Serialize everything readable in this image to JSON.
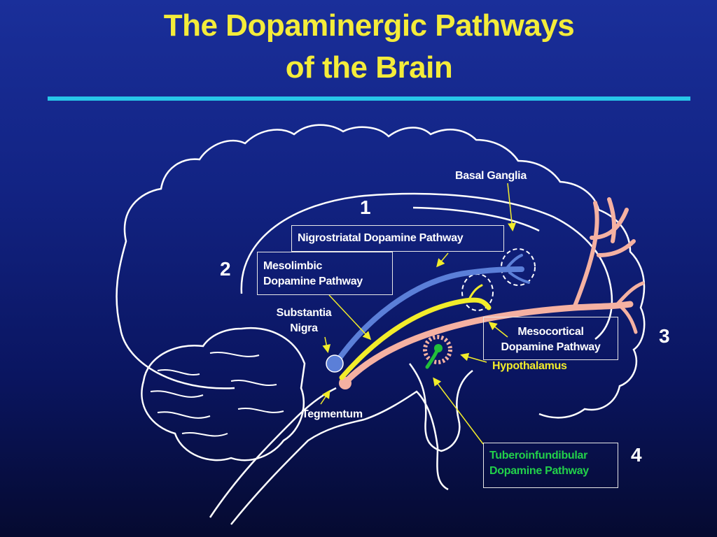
{
  "title": {
    "line1": "The Dopaminergic Pathways",
    "line2": "of the Brain"
  },
  "labels": {
    "basal_ganglia": "Basal Ganglia",
    "nigrostriatal": "Nigrostriatal Dopamine Pathway",
    "mesolimbic_line1": "Mesolimbic",
    "mesolimbic_line2": "Dopamine Pathway",
    "substantia_line1": "Substantia",
    "substantia_line2": "Nigra",
    "mesocortical_line1": "Mesocortical",
    "mesocortical_line2": "Dopamine Pathway",
    "hypothalamus": "Hypothalamus",
    "tegmentum": "Tegmentum",
    "tubero_line1": "Tuberoinfundibular",
    "tubero_line2": "Dopamine Pathway"
  },
  "numbers": {
    "n1": "1",
    "n2": "2",
    "n3": "3",
    "n4": "4"
  },
  "colors": {
    "title": "#f4ec3a",
    "rule": "#27c7e8",
    "nigrostriatal_path": "#5b7fd8",
    "mesolimbic_path": "#f2ec2a",
    "mesocortical_path": "#f5b1a2",
    "tuberoinfundibular_path": "#22c03a",
    "outline": "#ffffff",
    "hypothalamus_label": "#f2ec2a",
    "tubero_label": "#22d04a"
  }
}
